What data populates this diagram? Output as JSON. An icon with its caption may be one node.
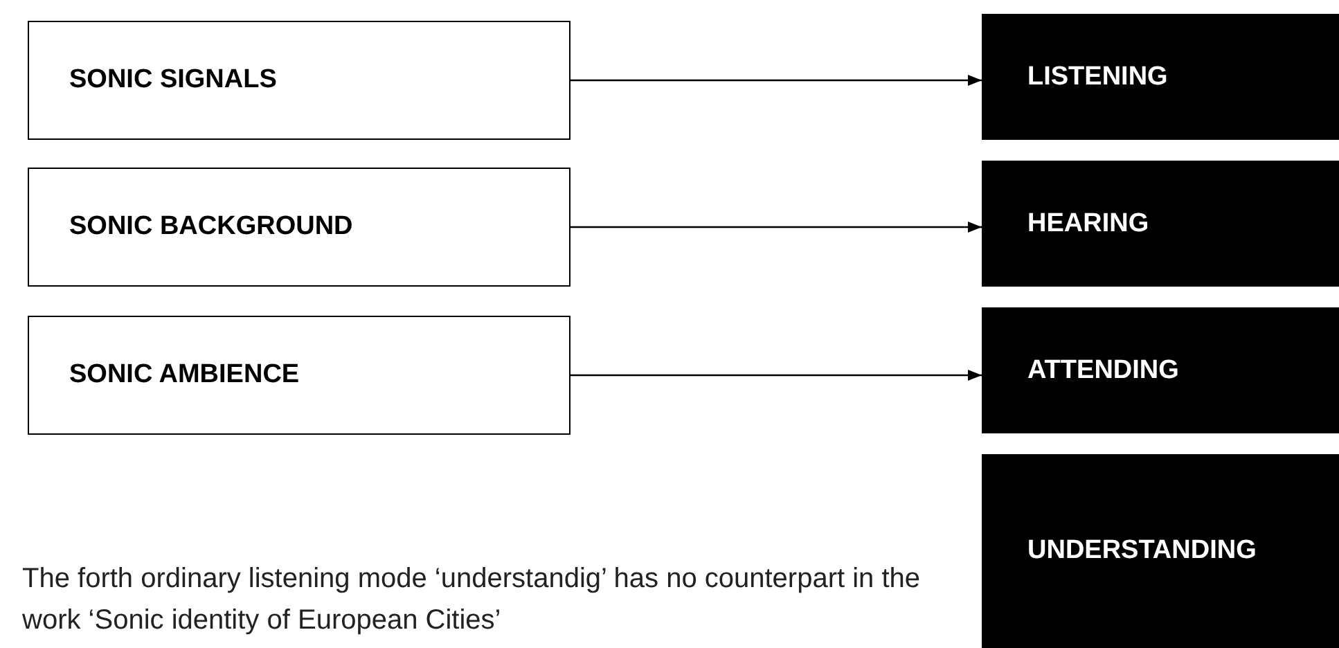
{
  "diagram": {
    "nodes": [
      {
        "text": [
          "SONIC SIGNALS"
        ]
      },
      {
        "text": [
          "LISTENING"
        ]
      },
      {
        "text": [
          "SONIC BACKGROUND"
        ]
      },
      {
        "text": [
          "HEARING"
        ]
      },
      {
        "text": [
          "SONIC AMBIENCE"
        ]
      },
      {
        "text": [
          "ATTENDING"
        ]
      },
      {
        "text": [
          "UNDERSTANDING"
        ]
      }
    ],
    "edges": [
      {
        "from": 0,
        "to": 1,
        "arrow": "to"
      },
      {
        "from": 2,
        "to": 3,
        "arrow": "to"
      },
      {
        "from": 4,
        "to": 5,
        "arrow": "to"
      }
    ],
    "labels": [
      "The forth ordinary listening mode ‘understandig’ has no counterpart in the work ‘Sonic identity of European Cities’"
    ]
  }
}
